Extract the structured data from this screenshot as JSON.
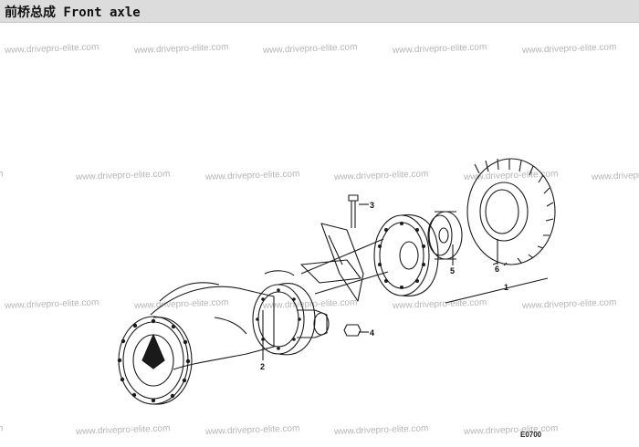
{
  "header": {
    "title": "前桥总成 Front axle"
  },
  "watermark": {
    "text": "www.drivepro-elite.com"
  },
  "callouts": [
    "1",
    "2",
    "3",
    "4",
    "5",
    "6"
  ],
  "drawing_code": "E0700",
  "colors": {
    "header_bg": "#dcdcdc",
    "line": "#1a1a1a",
    "watermark": "#b5b5b5"
  }
}
